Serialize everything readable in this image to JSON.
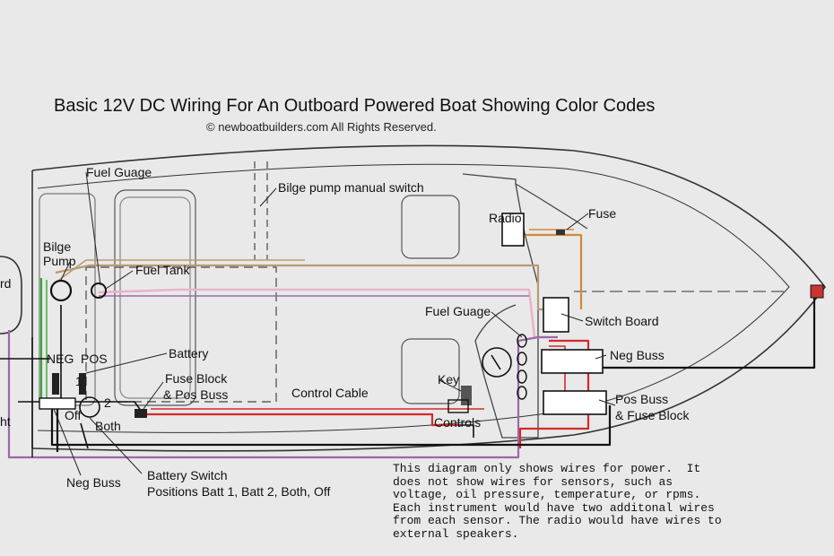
{
  "title": "Basic 12V DC Wiring For An Outboard Powered Boat Showing Color Codes",
  "copyright": "© newboatbuilders.com   All Rights Reserved.",
  "labels": {
    "fuel_guage_top": "Fuel Guage",
    "bilge_pump_switch": "Bilge pump manual switch",
    "radio": "Radio",
    "fuse": "Fuse",
    "bilge_pump_line1": "Bilge",
    "bilge_pump_line2": "Pump",
    "fuel_tank": "Fuel Tank",
    "fuel_guage_mid": "Fuel Guage",
    "switch_board": "Switch Board",
    "neg": "NEG",
    "pos": "POS",
    "battery": "Battery",
    "neg_buss_right": "Neg Buss",
    "fuse_block_line1": "Fuse Block",
    "fuse_block_line2": "& Pos Buss",
    "control_cable": "Control Cable",
    "key": "Key",
    "pos_buss_line1": "Pos Buss",
    "pos_buss_line2": "& Fuse Block",
    "switch_1": "1",
    "switch_2": "2",
    "switch_off": "Off",
    "switch_both": "Both",
    "controls": "Controls",
    "neg_buss_left": "Neg Buss",
    "battery_switch_line1": "Battery Switch",
    "battery_switch_line2": "Positions Batt 1, Batt 2, Both, Off",
    "left_edge_rd": "rd",
    "left_edge_ht": "ht"
  },
  "note": "This diagram only shows wires for power.  It\ndoes not show wires for sensors, such as\nvoltage, oil pressure, temperature, or rpms.\nEach instrument would have two additonal wires\nfrom each sensor. The radio would have wires to\nexternal speakers.",
  "colors": {
    "background": "#e9e9e9",
    "outline": "#333333",
    "wire_black": "#111111",
    "wire_red": "#d42a2a",
    "wire_purple": "#9a6aa8",
    "wire_pink": "#e8b4c8",
    "wire_tan": "#b89a74",
    "wire_green": "#3aa83a",
    "wire_orange": "#cf8a3e"
  }
}
